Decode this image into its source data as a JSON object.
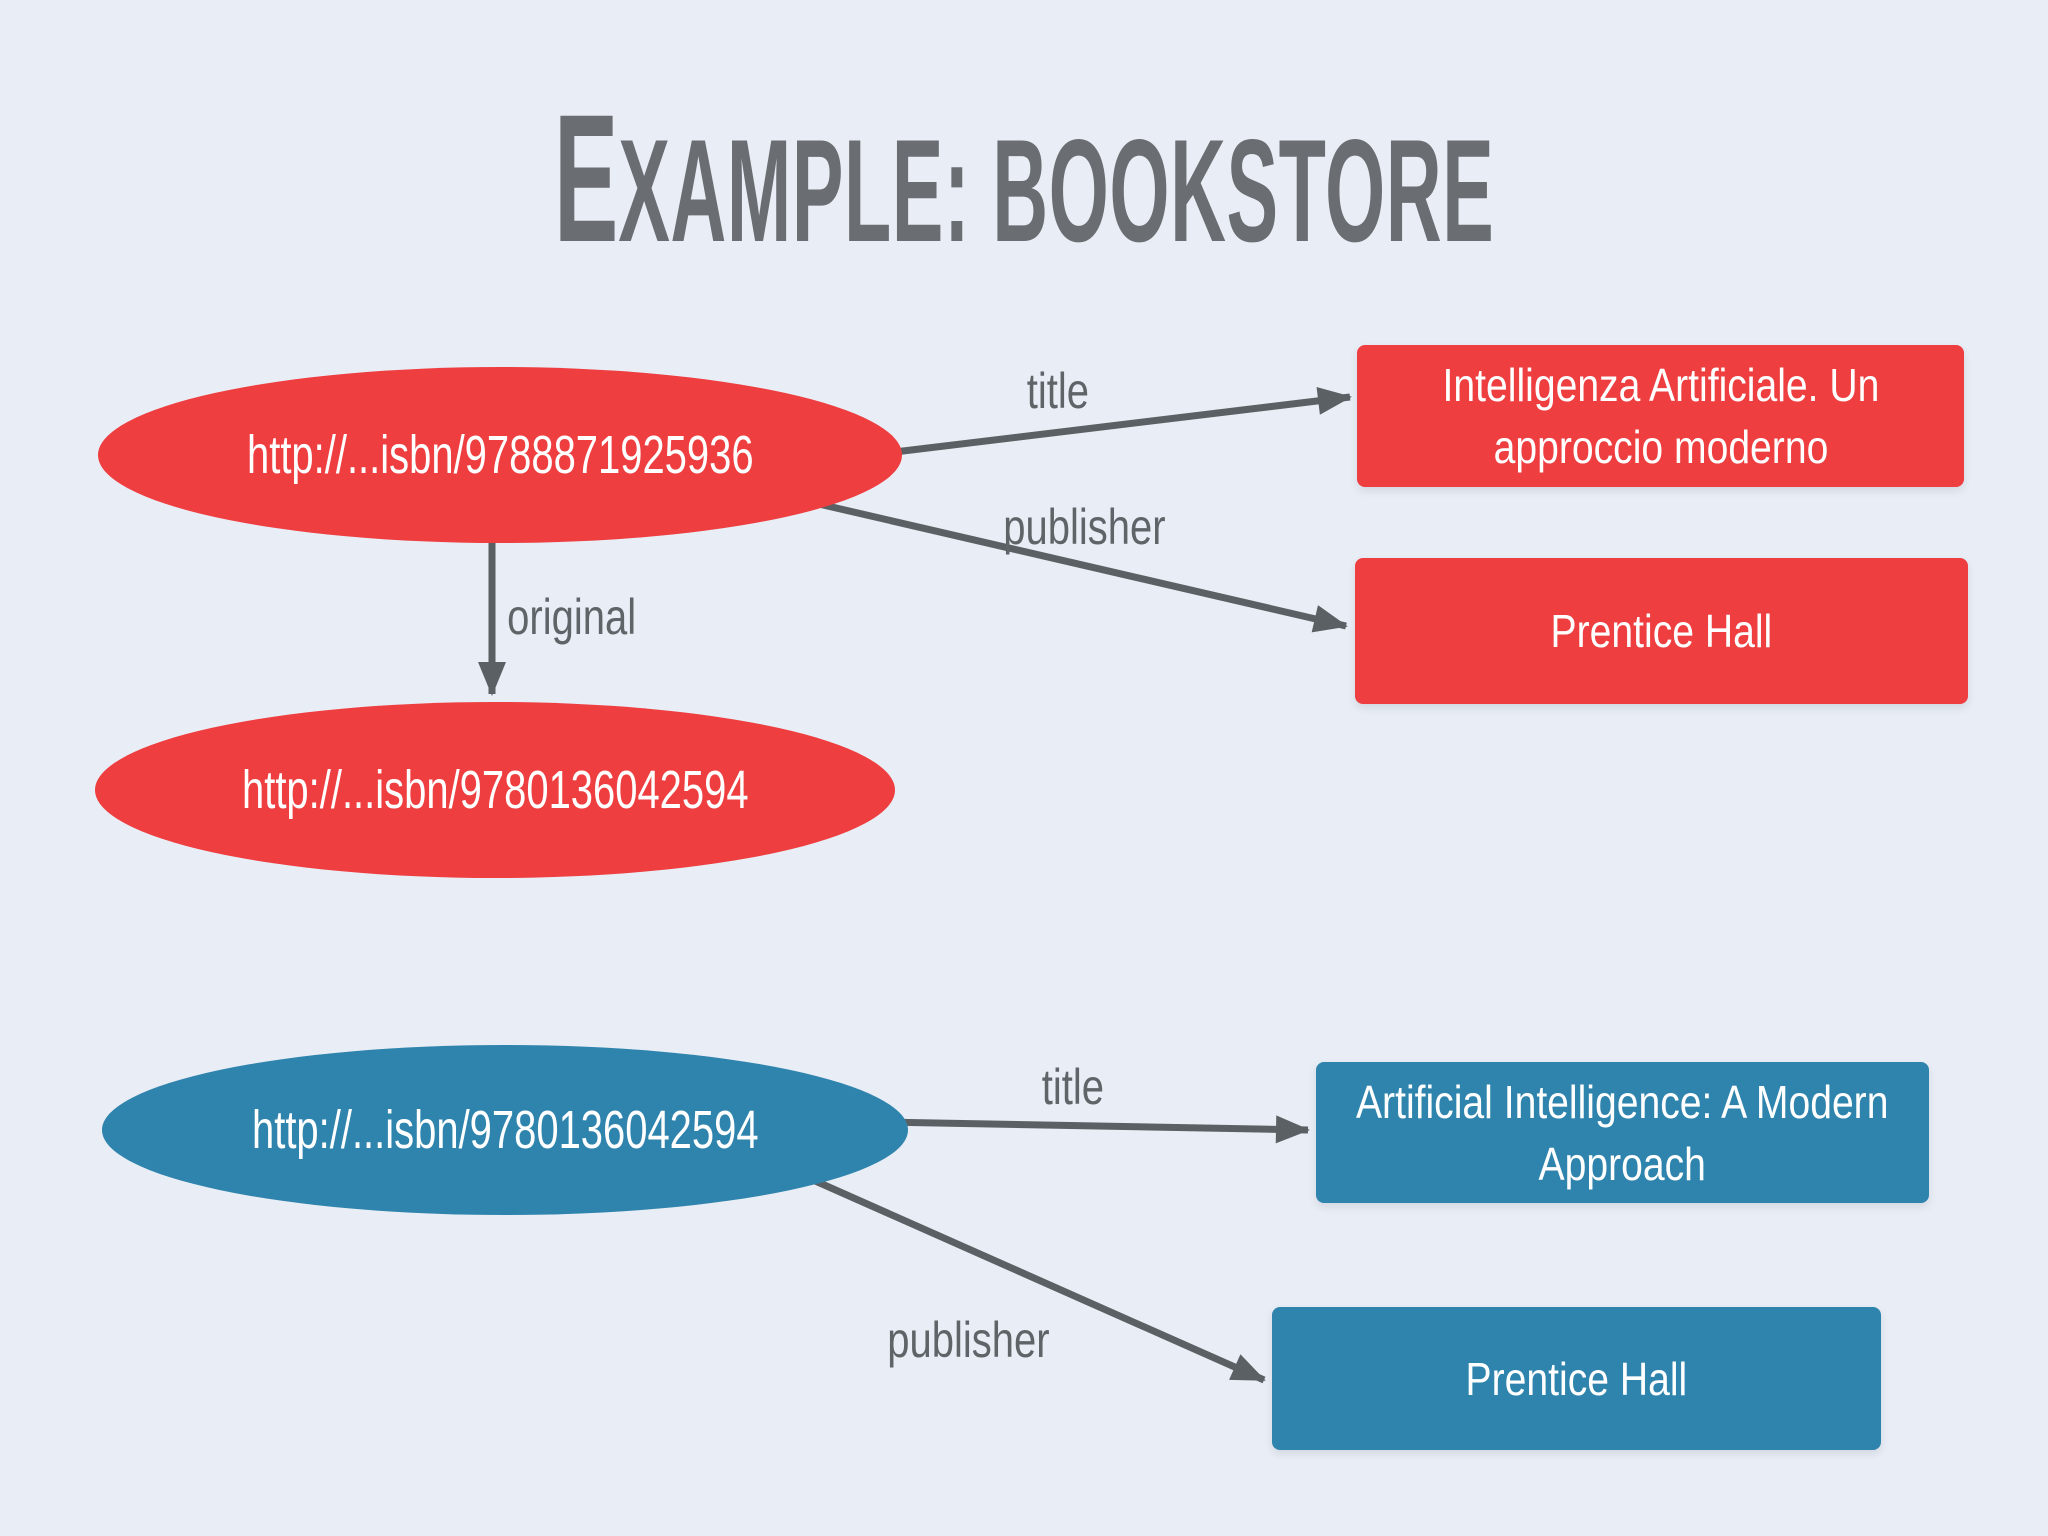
{
  "page_title": {
    "lead": "E",
    "rest": "xample: bookstore"
  },
  "graph": {
    "red": {
      "node_book_it": "http://...isbn/9788871925936",
      "node_book_original": "http://...isbn/9780136042594",
      "edge_title_label": "title",
      "edge_publisher_label": "publisher",
      "edge_original_label": "original",
      "box_title_line1": "Intelligenza Artificiale. Un",
      "box_title_line2": "approccio moderno",
      "box_publisher": "Prentice Hall"
    },
    "blue": {
      "node_book_en": "http://...isbn/9780136042594",
      "edge_title_label": "title",
      "edge_publisher_label": "publisher",
      "box_title_line1": "Artificial Intelligence: A Modern",
      "box_title_line2": "Approach",
      "box_publisher": "Prentice Hall"
    }
  },
  "colors": {
    "background": "#e9edf5",
    "red": "#ee3e40",
    "blue": "#2f84ad",
    "arrow_gray": "#5b6064",
    "label_gray": "#5f6468",
    "title_gray": "#6a6d71",
    "node_text": "#ffffff"
  }
}
